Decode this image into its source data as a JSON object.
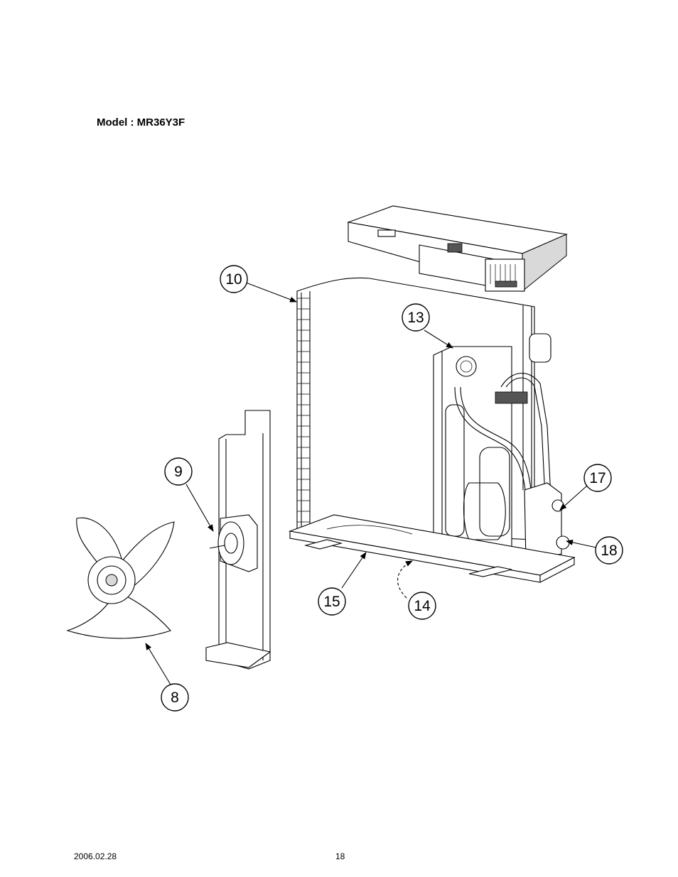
{
  "header": {
    "model_label": "Model : MR36Y3F"
  },
  "footer": {
    "date": "2006.02.28",
    "page_number": "18"
  },
  "callouts": [
    {
      "id": "c10",
      "label": "10"
    },
    {
      "id": "c13",
      "label": "13"
    },
    {
      "id": "c9",
      "label": "9"
    },
    {
      "id": "c17",
      "label": "17"
    },
    {
      "id": "c18",
      "label": "18"
    },
    {
      "id": "c15",
      "label": "15"
    },
    {
      "id": "c14",
      "label": "14"
    },
    {
      "id": "c8",
      "label": "8"
    }
  ]
}
